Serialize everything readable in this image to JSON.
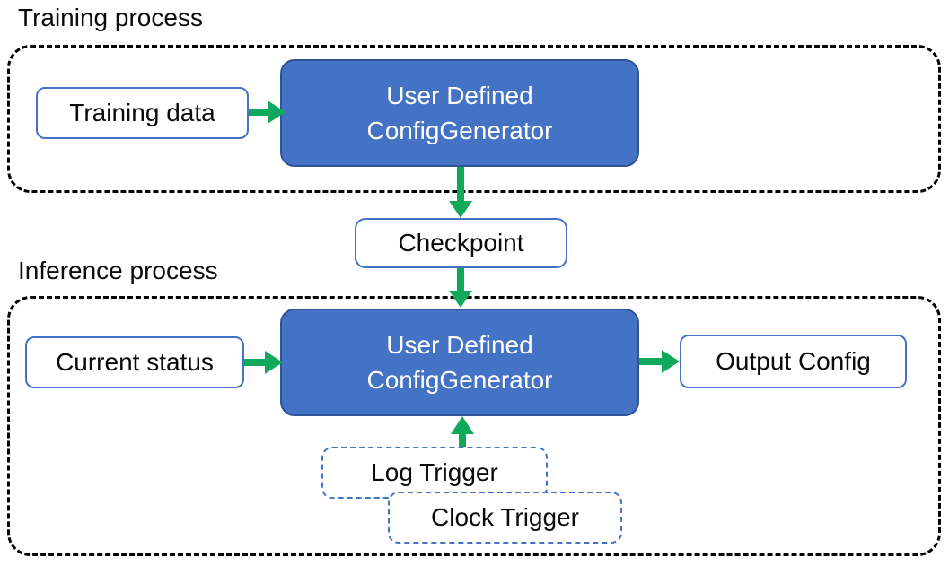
{
  "diagram": {
    "training": {
      "label": "Training process",
      "input": "Training data",
      "generator": {
        "line1": "User Defined",
        "line2": "ConfigGenerator"
      }
    },
    "checkpoint": {
      "label": "Checkpoint"
    },
    "inference": {
      "label": "Inference process",
      "input": "Current status",
      "generator": {
        "line1": "User Defined",
        "line2": "ConfigGenerator"
      },
      "output": "Output Config",
      "triggers": [
        {
          "label": "Log Trigger"
        },
        {
          "label": "Clock Trigger"
        }
      ]
    },
    "colors": {
      "node_fill": "#4472C4",
      "node_border": "#2F5597",
      "light_border": "#4472C4",
      "arrow_green": "#10A95B",
      "dash_color": "#000000",
      "text_color": "#0b0b0b"
    }
  }
}
